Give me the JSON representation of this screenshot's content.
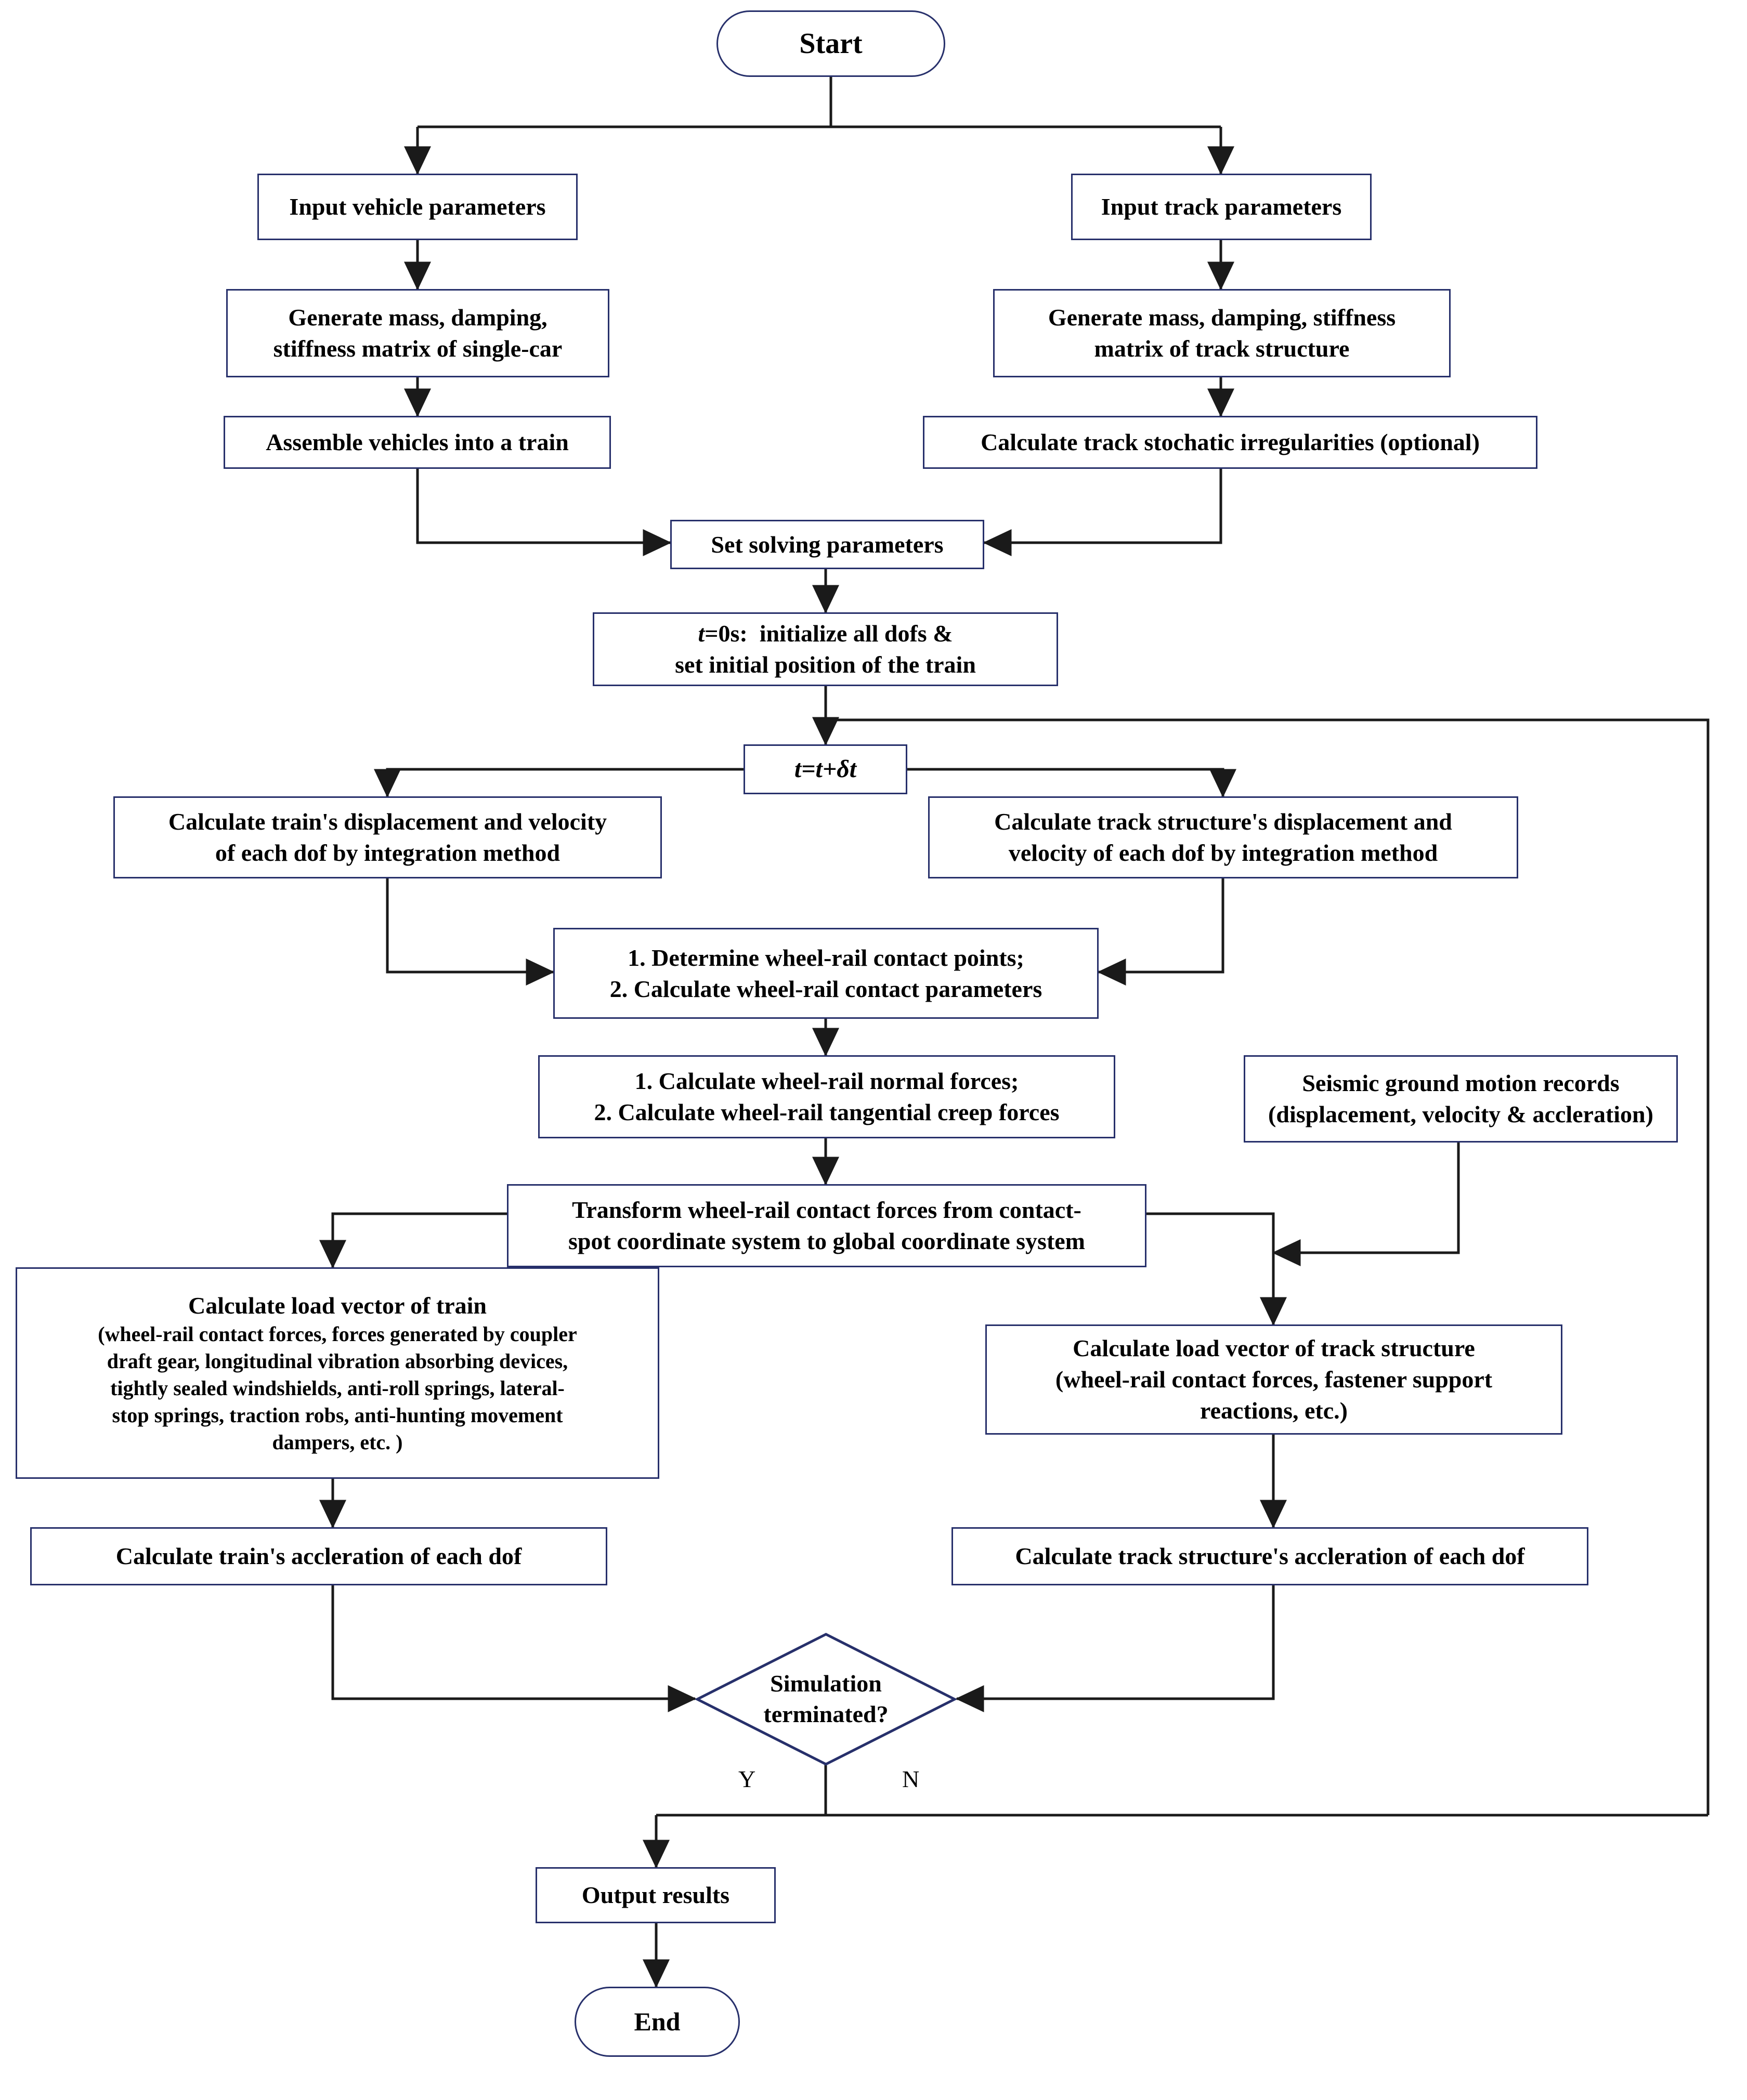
{
  "diagram": {
    "title": "Train-track coupled dynamics simulation flowchart",
    "colors": {
      "node_border": "#27306b",
      "line": "#1a1a1a",
      "background": "#ffffff",
      "text": "#000000"
    },
    "nodes": {
      "start": {
        "label": "Start",
        "shape": "terminal"
      },
      "input_vehicle": {
        "label": "Input vehicle parameters",
        "shape": "process"
      },
      "input_track": {
        "label": "Input track parameters",
        "shape": "process"
      },
      "gen_vehicle_matrix": {
        "shape": "process",
        "lines": [
          "Generate mass, damping,",
          "stiffness matrix of single-car"
        ]
      },
      "gen_track_matrix": {
        "shape": "process",
        "lines": [
          "Generate mass, damping, stiffness",
          "matrix of track structure"
        ]
      },
      "assemble_train": {
        "label": "Assemble vehicles into a train",
        "shape": "process"
      },
      "track_irregularities": {
        "label": "Calculate track stochatic irregularities (optional)",
        "shape": "process"
      },
      "set_solving_parameters": {
        "label": "Set solving parameters",
        "shape": "process"
      },
      "init_time": {
        "shape": "process",
        "lines": [
          "t=0s:  initialize all dofs &",
          "set initial position of the train"
        ],
        "italic_prefix": "t"
      },
      "time_step": {
        "label": "t=t+δt",
        "shape": "process",
        "italic": true
      },
      "train_disp_vel": {
        "shape": "process",
        "lines": [
          "Calculate train's displacement and velocity",
          "of each dof  by integration method"
        ]
      },
      "track_disp_vel": {
        "shape": "process",
        "lines": [
          "Calculate  track structure's displacement and",
          "velocity of each dof  by integration method"
        ]
      },
      "contact_points": {
        "shape": "process",
        "lines": [
          "1. Determine wheel-rail contact points;",
          "2. Calculate wheel-rail contact parameters"
        ]
      },
      "contact_forces": {
        "shape": "process",
        "lines": [
          "1. Calculate wheel-rail normal forces;",
          "2. Calculate wheel-rail tangential creep forces"
        ]
      },
      "seismic_records": {
        "shape": "process",
        "lines": [
          "Seismic ground motion records",
          "(displacement, velocity & accleration)"
        ]
      },
      "transform_forces": {
        "shape": "process",
        "lines": [
          "Transform wheel-rail contact forces from contact-",
          "spot coordinate system to global coordinate system"
        ]
      },
      "load_vector_train": {
        "shape": "process",
        "heading": "Calculate load vector of train",
        "lines": [
          "(wheel-rail contact forces, forces generated by coupler",
          "draft gear, longitudinal vibration absorbing devices,",
          "tightly sealed windshields, anti-roll springs, lateral-",
          "stop springs, traction robs, anti-hunting movement",
          "dampers, etc.  )"
        ]
      },
      "load_vector_track": {
        "shape": "process",
        "lines": [
          "Calculate load vector of track structure",
          "(wheel-rail contact forces, fastener support",
          "reactions, etc.)"
        ]
      },
      "train_acceleration": {
        "label": "Calculate train's accleration of each dof",
        "shape": "process"
      },
      "track_acceleration": {
        "label": "Calculate track structure's accleration of each dof",
        "shape": "process"
      },
      "simulation_terminated": {
        "shape": "decision",
        "lines": [
          "Simulation",
          "terminated?"
        ]
      },
      "output_results": {
        "label": "Output results",
        "shape": "process"
      },
      "end": {
        "label": "End",
        "shape": "terminal"
      }
    },
    "edge_labels": {
      "yes": "Y",
      "no": "N"
    }
  }
}
